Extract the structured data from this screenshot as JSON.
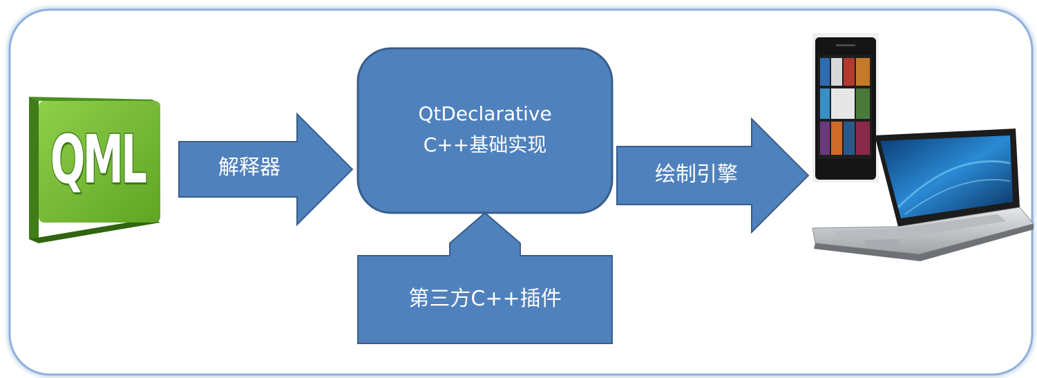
{
  "logo": {
    "text": "QML",
    "color": "#7bbd3c"
  },
  "diagram": {
    "interpreter_label": "解释器",
    "core_box": {
      "line1": "QtDeclarative",
      "line2": "C++基础实现"
    },
    "render_label": "绘制引擎",
    "plugin_label": "第三方C++插件"
  },
  "colors": {
    "shape_fill": "#4f81bd",
    "shape_stroke": "#385d8a",
    "frame_stroke": "#8fb0dc"
  },
  "devices": {
    "phone_icon": "smartphone-icon",
    "laptop_icon": "laptop-icon"
  }
}
